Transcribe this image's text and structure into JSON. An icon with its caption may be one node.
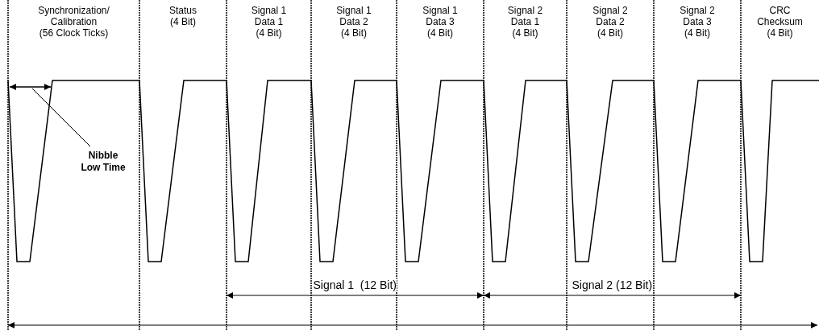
{
  "diagram": {
    "nodes": [
      {
        "text": [
          "Nibble Low Time"
        ]
      },
      {
        "text": [],
        "shape": "arrow"
      }
    ],
    "edges": [
      {
        "from": 0,
        "to": 1,
        "arrow": "none"
      }
    ],
    "labels": [
      "Synchronization/ Calibration (56 Clock Ticks)",
      "Status (4 Bit)",
      "Signal 1 Data 1 (4 Bit)",
      "Signal 1 Data 2 (4 Bit)",
      "Signal 1 Data 3 (4 Bit)",
      "Signal 2 Data 1 (4 Bit)",
      "Signal 2 Data 2 (4 Bit)",
      "Signal 2 Data 3 (4 Bit)",
      "CRC Checksum (4 Bit)",
      "Signal 1  (12 Bit)",
      "Signal 2 (12 Bit)"
    ]
  }
}
